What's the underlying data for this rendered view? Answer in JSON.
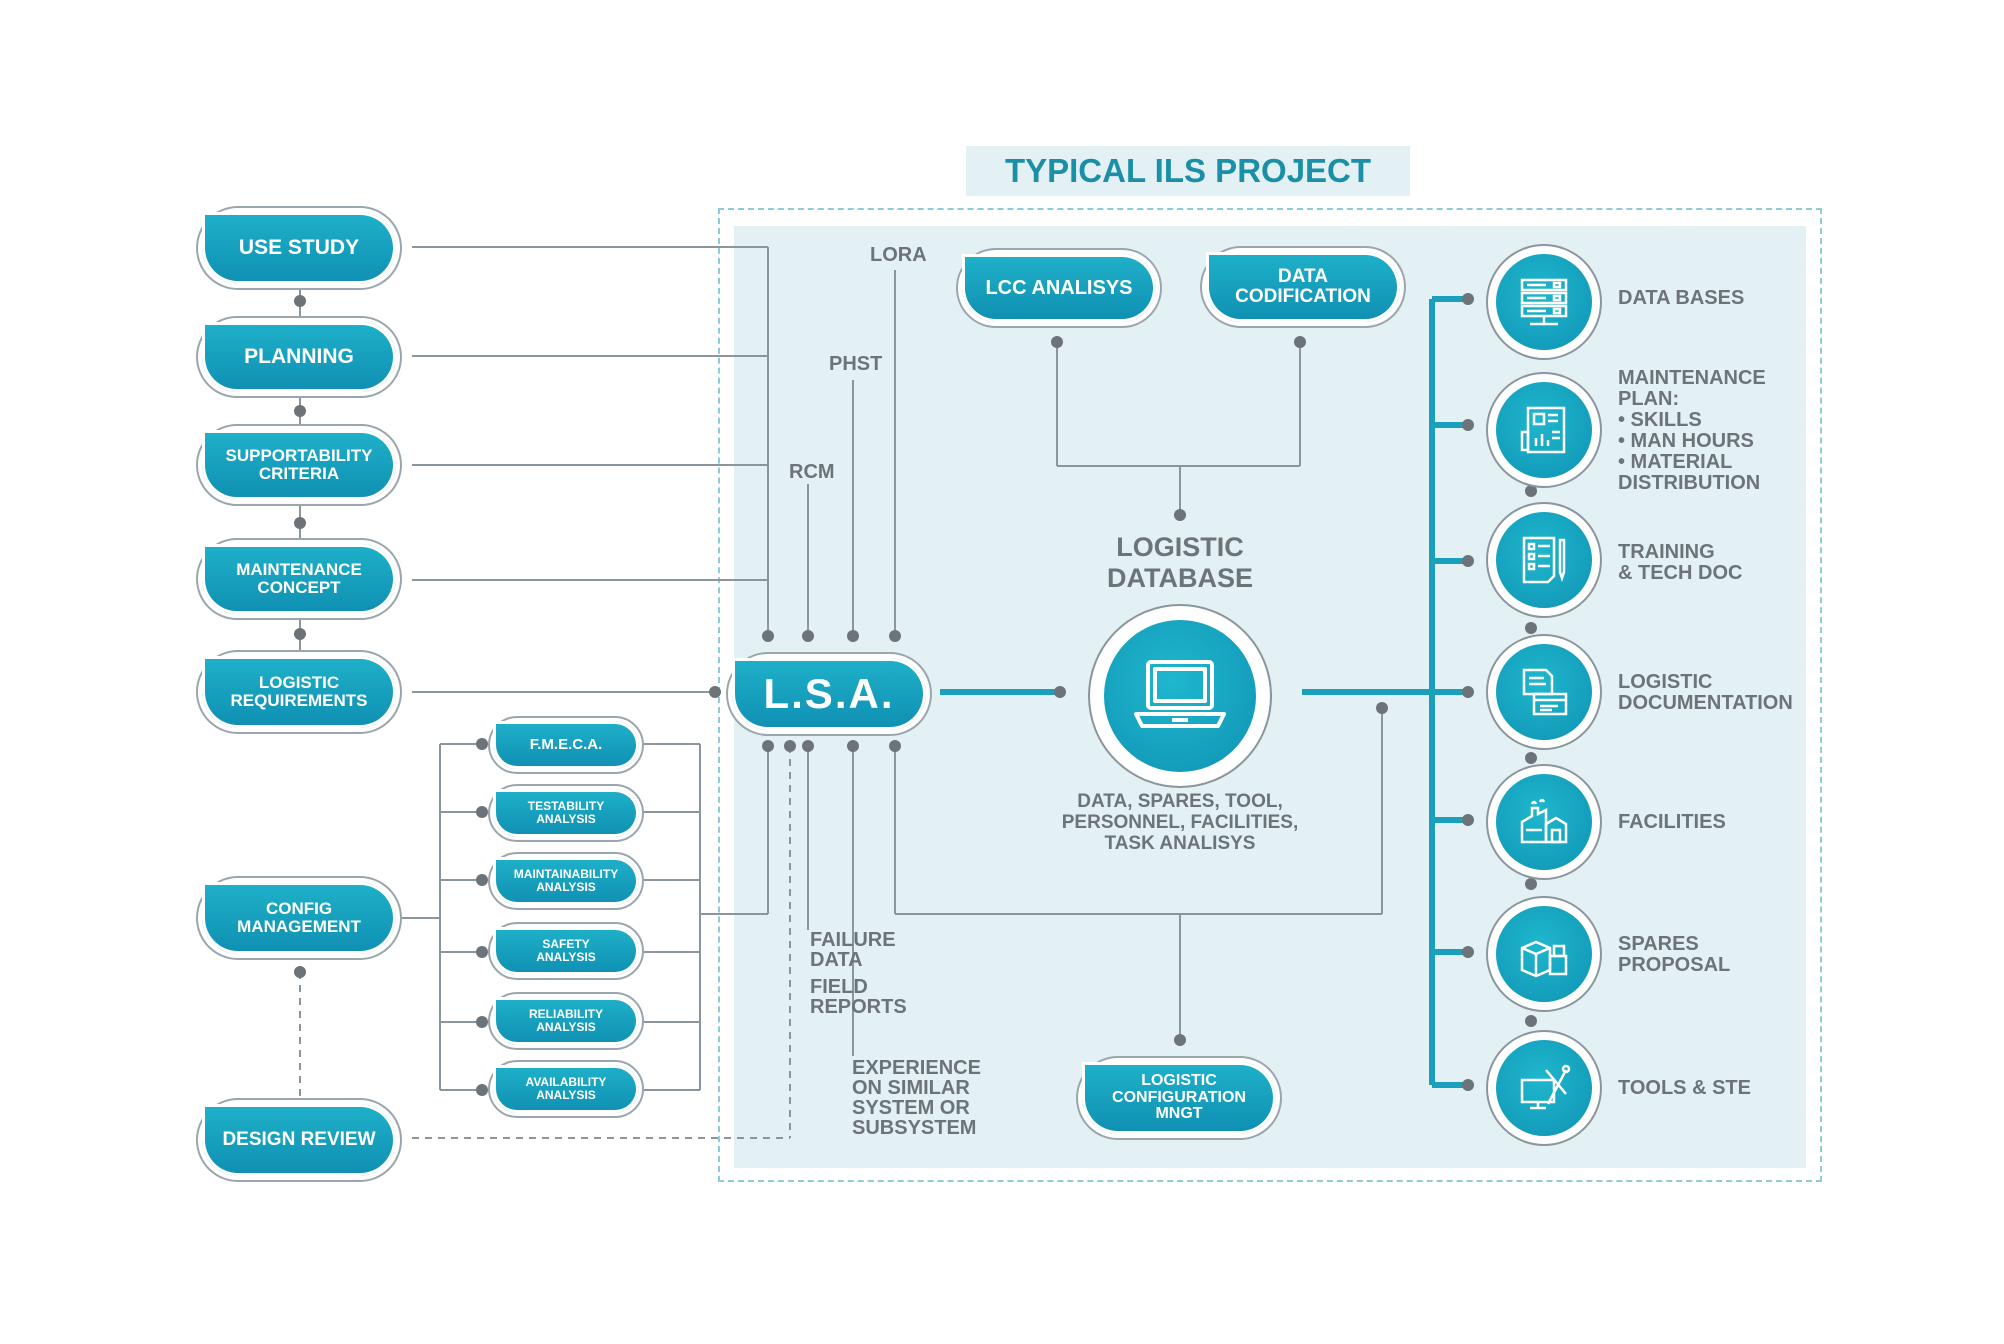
{
  "title": "TYPICAL ILS PROJECT",
  "colors": {
    "accent": "#1a9fbd",
    "line": "#8a969b",
    "text": "#6d7479",
    "panel": "#e3f1f4"
  },
  "left_chain": {
    "use_study": "USE STUDY",
    "planning": "PLANNING",
    "supportability": "SUPPORTABILITY\nCRITERIA",
    "maintenance_concept": "MAINTENANCE\nCONCEPT",
    "logistic_requirements": "LOGISTIC\nREQUIREMENTS",
    "config_management": "CONFIG\nMANAGEMENT",
    "design_review": "DESIGN REVIEW"
  },
  "analyses": {
    "fmeca": "F.M.E.C.A.",
    "testability": "TESTABILITY\nANALYSIS",
    "maintainability": "MAINTAINABILITY\nANALYSIS",
    "safety": "SAFETY\nANALYSIS",
    "reliability": "RELIABILITY\nANALYSIS",
    "availability": "AVAILABILITY\nANALYSIS"
  },
  "lsa": "L.S.A.",
  "lsa_inputs": {
    "lora": "LORA",
    "phst": "PHST",
    "rcm": "RCM"
  },
  "lsa_outputs": {
    "failure_data": "FAILURE\nDATA",
    "field_reports": "FIELD\nREPORTS",
    "experience": "EXPERIENCE\nON SIMILAR\nSYSTEM OR\nSUBSYSTEM"
  },
  "top_boxes": {
    "lcc": "LCC ANALISYS",
    "codification": "DATA\nCODIFICATION"
  },
  "database": {
    "title": "LOGISTIC\nDATABASE",
    "caption": "DATA, SPARES, TOOL,\nPERSONNEL, FACILITIES,\nTASK ANALISYS",
    "icon": "laptop-icon"
  },
  "config_mngt": "LOGISTIC\nCONFIGURATION\nMNGT",
  "outputs": [
    {
      "label": "DATA BASES",
      "icon": "server-icon"
    },
    {
      "label": "MAINTENANCE\nPLAN:\n• SKILLS\n• MAN HOURS\n• MATERIAL\n   DISTRIBUTION",
      "icon": "report-icon"
    },
    {
      "label": "TRAINING\n& TECH DOC",
      "icon": "checklist-icon"
    },
    {
      "label": "LOGISTIC\nDOCUMENTATION",
      "icon": "documents-icon"
    },
    {
      "label": "FACILITIES",
      "icon": "factory-icon"
    },
    {
      "label": "SPARES\nPROPOSAL",
      "icon": "boxes-icon"
    },
    {
      "label": "TOOLS & STE",
      "icon": "tools-icon"
    }
  ]
}
